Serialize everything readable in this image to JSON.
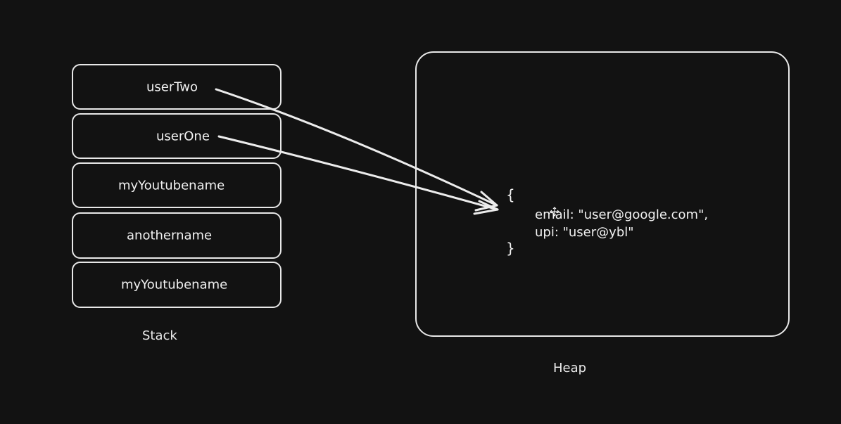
{
  "stack": {
    "cells": [
      {
        "label": "userTwo"
      },
      {
        "label": "userOne"
      },
      {
        "label": "myYoutubename"
      },
      {
        "label": "anothername"
      },
      {
        "label": "myYoutubename"
      }
    ],
    "caption": "Stack"
  },
  "heap": {
    "caption": "Heap",
    "object": {
      "open_brace": "{",
      "line1": "email: \"user@google.com\",",
      "line2": "upi: \"user@ybl\"",
      "close_brace": "}"
    }
  },
  "colors": {
    "background": "#121212",
    "stroke": "#e8e8e8",
    "text": "#f2f2f2"
  },
  "icons": [
    "move-cursor-icon"
  ]
}
